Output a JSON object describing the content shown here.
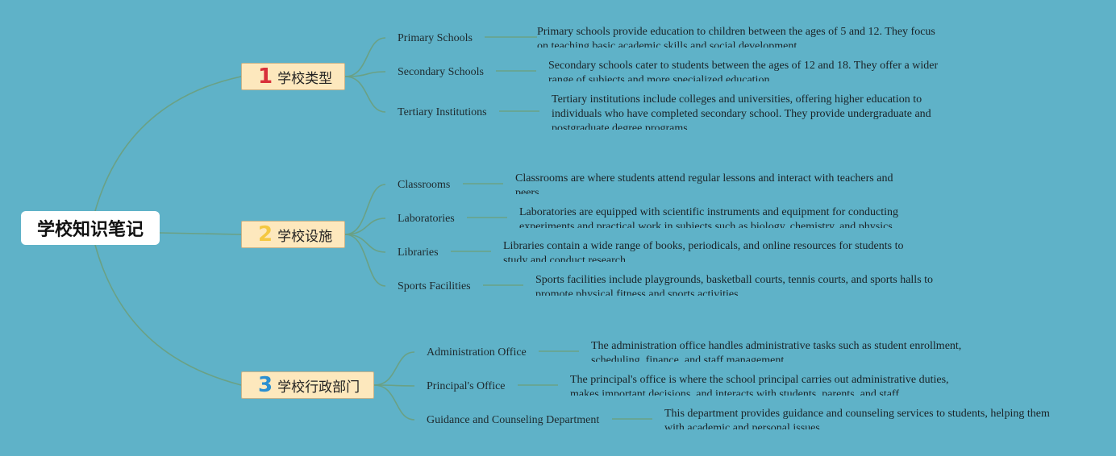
{
  "root": {
    "title": "学校知识笔记"
  },
  "colors": {
    "background": "#5fb2c8",
    "connector": "#6aa185",
    "branch_fill": "#fde8bd"
  },
  "branches": [
    {
      "number": "1",
      "number_color": "#d8303a",
      "label": "学校类型",
      "items": [
        {
          "topic": "Primary Schools",
          "desc": "Primary schools provide education to children between the ages of 5 and 12. They focus on teaching basic academic skills and social development."
        },
        {
          "topic": "Secondary Schools",
          "desc": "Secondary schools cater to students between the ages of 12 and 18. They offer a wider range of subjects and more specialized education."
        },
        {
          "topic": "Tertiary Institutions",
          "desc": "Tertiary institutions include colleges and universities, offering higher education to individuals who have completed secondary school. They provide undergraduate and postgraduate degree programs."
        }
      ]
    },
    {
      "number": "2",
      "number_color": "#f4c842",
      "label": "学校设施",
      "items": [
        {
          "topic": "Classrooms",
          "desc": "Classrooms are where students attend regular lessons and interact with teachers and peers."
        },
        {
          "topic": "Laboratories",
          "desc": "Laboratories are equipped with scientific instruments and equipment for conducting experiments and practical work in subjects such as biology, chemistry, and physics."
        },
        {
          "topic": "Libraries",
          "desc": "Libraries contain a wide range of books, periodicals, and online resources for students to study and conduct research."
        },
        {
          "topic": "Sports Facilities",
          "desc": "Sports facilities include playgrounds, basketball courts, tennis courts, and sports halls to promote physical fitness and sports activities."
        }
      ]
    },
    {
      "number": "3",
      "number_color": "#2b8fd1",
      "label": "学校行政部门",
      "items": [
        {
          "topic": "Administration Office",
          "desc": "The administration office handles administrative tasks such as student enrollment, scheduling, finance, and staff management."
        },
        {
          "topic": "Principal's Office",
          "desc": "The principal's office is where the school principal carries out administrative duties, makes important decisions, and interacts with students, parents, and staff."
        },
        {
          "topic": "Guidance and Counseling Department",
          "desc": "This department provides guidance and counseling services to students, helping them with academic and personal issues."
        }
      ]
    }
  ]
}
